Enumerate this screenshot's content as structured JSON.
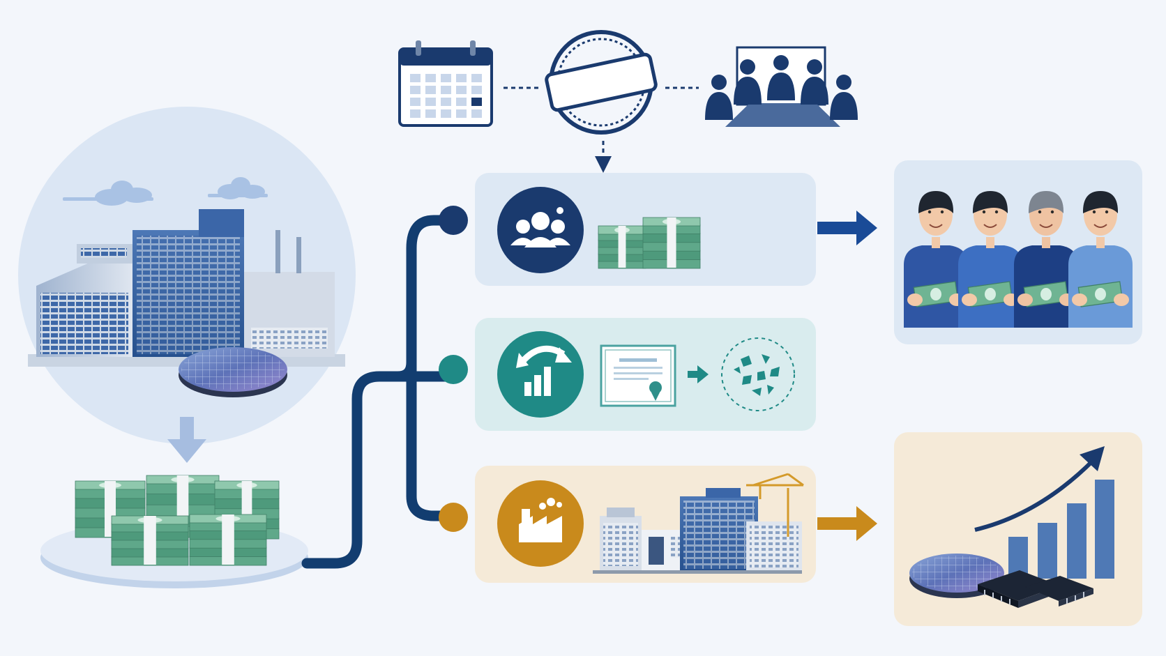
{
  "colors": {
    "background": "#f3f6fb",
    "navy": "#1a3a6e",
    "teal": "#1f8a86",
    "gold": "#c98a1c",
    "card_blue": "#dde8f4",
    "card_teal": "#d9ecee",
    "card_gold": "#f5ead8",
    "money_green": "#5fa88a",
    "building_blue": "#5b83b9"
  },
  "nodes": {
    "source": {
      "icons": [
        "office-building-icon",
        "semiconductor-wafer-icon",
        "cloud-icon"
      ]
    },
    "cash_pile": {
      "icons": [
        "banknote-stack-icon"
      ]
    },
    "calendar": {
      "icons": [
        "calendar-icon"
      ]
    },
    "blank_stamp": {
      "icons": [
        "seal-stamp-icon"
      ],
      "label": ""
    },
    "board_meeting": {
      "icons": [
        "board-meeting-icon"
      ]
    },
    "branches": [
      {
        "id": "shareholder-payout",
        "accent": "navy",
        "icons": [
          "people-group-icon",
          "banknote-stack-icon"
        ]
      },
      {
        "id": "buyback-cycle",
        "accent": "teal",
        "icons": [
          "cycle-chart-icon",
          "certificate-icon",
          "scattered-shares-icon"
        ]
      },
      {
        "id": "capacity-investment",
        "accent": "gold",
        "icons": [
          "factory-icon",
          "fab-construction-icon",
          "crane-icon"
        ]
      }
    ],
    "outcomes": [
      {
        "id": "shareholders",
        "icons": [
          "people-with-cash-icon"
        ]
      },
      {
        "id": "growth",
        "icons": [
          "wafer-icon",
          "chip-icon",
          "rising-bar-chart-icon"
        ]
      }
    ]
  }
}
